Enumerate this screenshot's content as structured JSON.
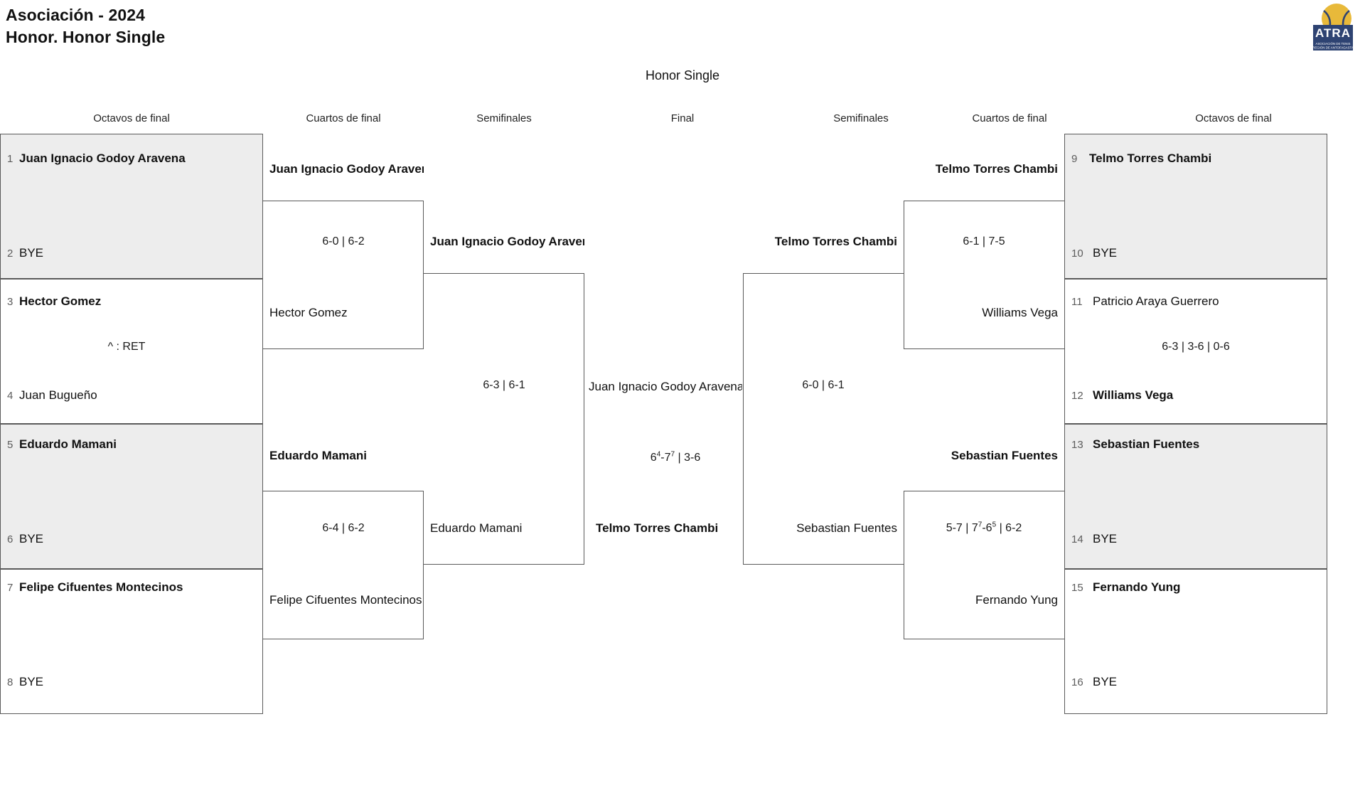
{
  "header": {
    "title": "Asociación - 2024\nHonor. Honor Single",
    "logo": {
      "name": "atra-logo",
      "wordmark": "ATRA",
      "line1": "ASOCIACIÓN DE TENIS",
      "line2": "REGIÓN DE ANTOFAGASTA",
      "ball_color": "#E8B93A",
      "navy_color": "#2E4372"
    }
  },
  "event_title": "Honor Single",
  "round_labels": {
    "l_r16": "Octavos de final",
    "l_qf": "Cuartos de final",
    "l_sf": "Semifinales",
    "final": "Final",
    "r_sf": "Semifinales",
    "r_qf": "Cuartos de final",
    "r_r16": "Octavos de final"
  },
  "bracket": {
    "left_r16": [
      {
        "shaded": true,
        "top": {
          "seed": "1",
          "name": "Juan Ignacio Godoy Aravena",
          "winner": true
        },
        "bottom": {
          "seed": "2",
          "name": "BYE",
          "winner": false
        },
        "score": ""
      },
      {
        "shaded": false,
        "top": {
          "seed": "3",
          "name": "Hector Gomez",
          "winner": true
        },
        "bottom": {
          "seed": "4",
          "name": "Juan Bugueño",
          "winner": false
        },
        "score": "^ : RET"
      },
      {
        "shaded": true,
        "top": {
          "seed": "5",
          "name": "Eduardo Mamani",
          "winner": true
        },
        "bottom": {
          "seed": "6",
          "name": "BYE",
          "winner": false
        },
        "score": ""
      },
      {
        "shaded": false,
        "top": {
          "seed": "7",
          "name": "Felipe Cifuentes Montecinos",
          "winner": true
        },
        "bottom": {
          "seed": "8",
          "name": "BYE",
          "winner": false
        },
        "score": ""
      }
    ],
    "right_r16": [
      {
        "shaded": true,
        "top": {
          "seed": "9",
          "name": "Telmo Torres Chambi",
          "winner": true
        },
        "bottom": {
          "seed": "10",
          "name": "BYE",
          "winner": false
        },
        "score": ""
      },
      {
        "shaded": false,
        "top": {
          "seed": "11",
          "name": "Patricio Araya Guerrero",
          "winner": false
        },
        "bottom": {
          "seed": "12",
          "name": "Williams Vega",
          "winner": true
        },
        "score": "6-3 | 3-6 | 0-6"
      },
      {
        "shaded": true,
        "top": {
          "seed": "13",
          "name": "Sebastian Fuentes",
          "winner": true
        },
        "bottom": {
          "seed": "14",
          "name": "BYE",
          "winner": false
        },
        "score": ""
      },
      {
        "shaded": false,
        "top": {
          "seed": "15",
          "name": "Fernando Yung",
          "winner": true
        },
        "bottom": {
          "seed": "16",
          "name": "BYE",
          "winner": false
        },
        "score": ""
      }
    ],
    "left_qf": [
      {
        "top": {
          "name": "Juan Ignacio Godoy Aravena",
          "winner": true
        },
        "bottom": {
          "name": "Hector Gomez",
          "winner": false
        },
        "score": "6-0 | 6-2"
      },
      {
        "top": {
          "name": "Eduardo Mamani",
          "winner": true
        },
        "bottom": {
          "name": "Felipe Cifuentes Montecinos",
          "winner": false
        },
        "score": "6-4 | 6-2"
      }
    ],
    "right_qf": [
      {
        "top": {
          "name": "Telmo Torres Chambi",
          "winner": true
        },
        "bottom": {
          "name": "Williams Vega",
          "winner": false
        },
        "score": "6-1 | 7-5"
      },
      {
        "top": {
          "name": "Sebastian Fuentes",
          "winner": true
        },
        "bottom": {
          "name": "Fernando Yung",
          "winner": false
        },
        "score_html": "5-7 | 7<sup>7</sup>-6<sup>5</sup> | 6-2"
      }
    ],
    "left_sf": [
      {
        "top": {
          "name": "Juan Ignacio Godoy Aravena",
          "winner": true
        },
        "bottom": {
          "name": "Eduardo Mamani",
          "winner": false
        },
        "score": "6-3 | 6-1"
      }
    ],
    "right_sf": [
      {
        "top": {
          "name": "Telmo Torres Chambi",
          "winner": true
        },
        "bottom": {
          "name": "Sebastian Fuentes",
          "winner": false
        },
        "score": "6-0 | 6-1"
      }
    ],
    "final": {
      "top": {
        "name": "Juan Ignacio Godoy Aravena",
        "winner": false
      },
      "bottom": {
        "name": "Telmo Torres Chambi",
        "winner": true
      },
      "score_html": "6<sup>4</sup>-7<sup>7</sup> | 3-6"
    }
  }
}
